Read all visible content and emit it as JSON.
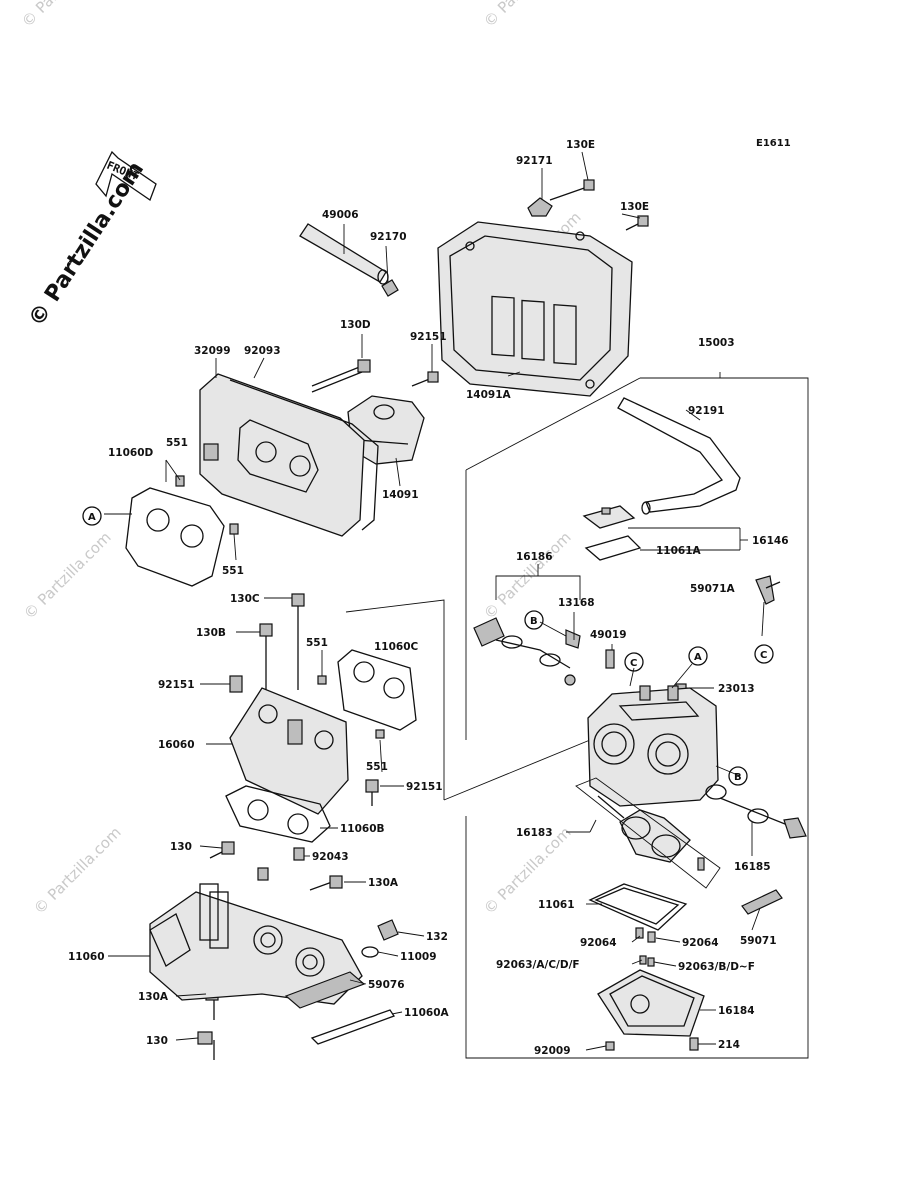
{
  "diagram": {
    "code": "E1611",
    "front_label": "FRONT",
    "watermark_main": "© Partzilla.com",
    "watermark_faint": "© Partzilla.com",
    "callouts": {
      "A": "A",
      "B": "B",
      "C": "C"
    },
    "parts": [
      {
        "id": "92171",
        "label": "92171"
      },
      {
        "id": "130E_a",
        "label": "130E"
      },
      {
        "id": "130E_b",
        "label": "130E"
      },
      {
        "id": "49006",
        "label": "49006"
      },
      {
        "id": "92170",
        "label": "92170"
      },
      {
        "id": "130D",
        "label": "130D"
      },
      {
        "id": "92151_a",
        "label": "92151"
      },
      {
        "id": "32099",
        "label": "32099"
      },
      {
        "id": "92093",
        "label": "92093"
      },
      {
        "id": "14091A",
        "label": "14091A"
      },
      {
        "id": "15003",
        "label": "15003"
      },
      {
        "id": "11060D",
        "label": "11060D"
      },
      {
        "id": "551_a",
        "label": "551"
      },
      {
        "id": "14091",
        "label": "14091"
      },
      {
        "id": "92191",
        "label": "92191"
      },
      {
        "id": "551_b",
        "label": "551"
      },
      {
        "id": "16146",
        "label": "16146"
      },
      {
        "id": "11061A",
        "label": "11061A"
      },
      {
        "id": "16186",
        "label": "16186"
      },
      {
        "id": "59071A",
        "label": "59071A"
      },
      {
        "id": "130C",
        "label": "130C"
      },
      {
        "id": "13168",
        "label": "13168"
      },
      {
        "id": "130B",
        "label": "130B"
      },
      {
        "id": "551_c",
        "label": "551"
      },
      {
        "id": "11060C",
        "label": "11060C"
      },
      {
        "id": "49019",
        "label": "49019"
      },
      {
        "id": "92151_b",
        "label": "92151"
      },
      {
        "id": "23013",
        "label": "23013"
      },
      {
        "id": "16060",
        "label": "16060"
      },
      {
        "id": "551_d",
        "label": "551"
      },
      {
        "id": "92151_c",
        "label": "92151"
      },
      {
        "id": "11060B",
        "label": "11060B"
      },
      {
        "id": "16183",
        "label": "16183"
      },
      {
        "id": "130_a",
        "label": "130"
      },
      {
        "id": "92043",
        "label": "92043"
      },
      {
        "id": "16185",
        "label": "16185"
      },
      {
        "id": "130A_a",
        "label": "130A"
      },
      {
        "id": "11061",
        "label": "11061"
      },
      {
        "id": "132",
        "label": "132"
      },
      {
        "id": "59071",
        "label": "59071"
      },
      {
        "id": "92064_a",
        "label": "92064"
      },
      {
        "id": "92064_b",
        "label": "92064"
      },
      {
        "id": "11060",
        "label": "11060"
      },
      {
        "id": "11009",
        "label": "11009"
      },
      {
        "id": "92063_a",
        "label": "92063/A/C/D/F"
      },
      {
        "id": "92063_b",
        "label": "92063/B/D~F"
      },
      {
        "id": "59076",
        "label": "59076"
      },
      {
        "id": "130A_b",
        "label": "130A"
      },
      {
        "id": "16184",
        "label": "16184"
      },
      {
        "id": "11060A",
        "label": "11060A"
      },
      {
        "id": "130_b",
        "label": "130"
      },
      {
        "id": "92009",
        "label": "92009"
      },
      {
        "id": "214",
        "label": "214"
      }
    ]
  }
}
